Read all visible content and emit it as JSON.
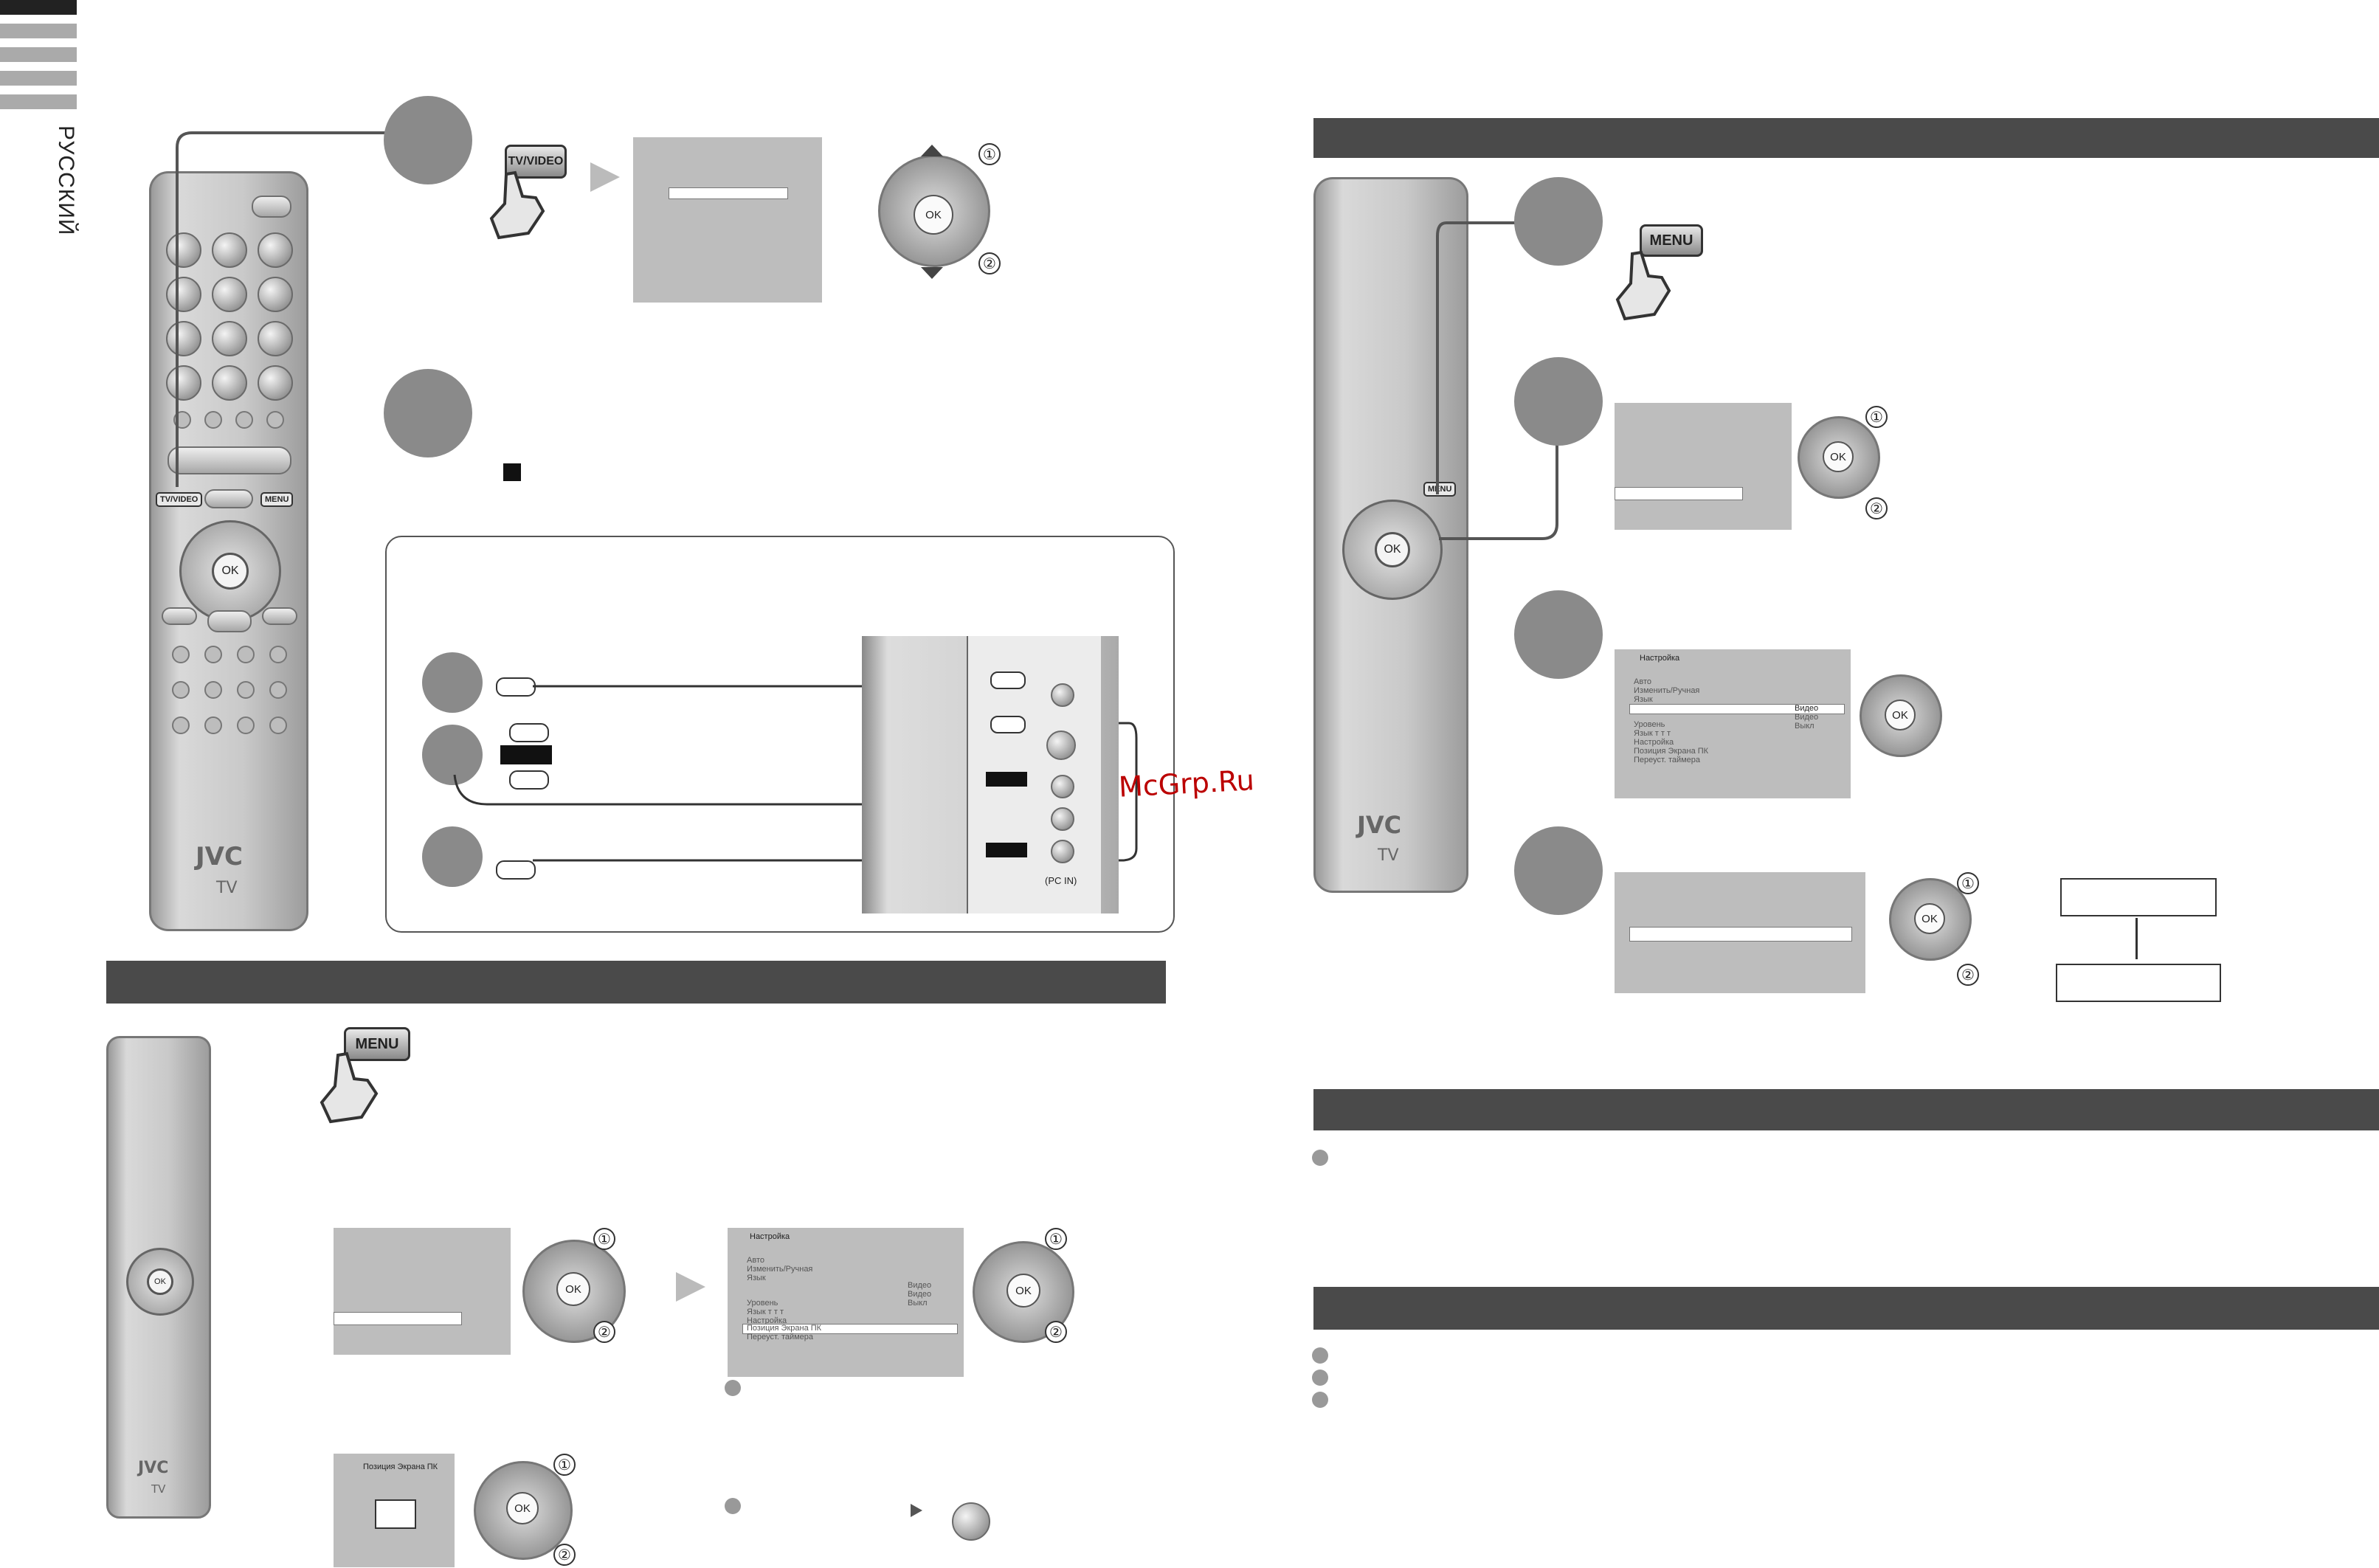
{
  "sidebar": {
    "language": "РУССКИЙ"
  },
  "tv_video_button": "TV/VIDEO",
  "menu_button": "MENU",
  "ok_label": "OK",
  "step_markers": [
    "①",
    "②"
  ],
  "remote": {
    "brand": "JVC",
    "model": "TV",
    "tv_video": "TV/VIDEO",
    "menu": "MENU",
    "ok": "OK"
  },
  "panel": {
    "pc_in": "(PC IN)"
  },
  "setup_menu": {
    "title": "Настройка",
    "items": [
      "Авто",
      "Изменить/Ручная",
      "Язык",
      "Уровень",
      "Язык  т т т",
      "Настройка",
      "Позиция Экрана ПК",
      "Переуст. таймера"
    ],
    "values": [
      "Видео",
      "Видео",
      "Выкл"
    ]
  },
  "pc_position": {
    "title": "Позиция Экрана ПК"
  },
  "watermark": "McGrp.Ru"
}
